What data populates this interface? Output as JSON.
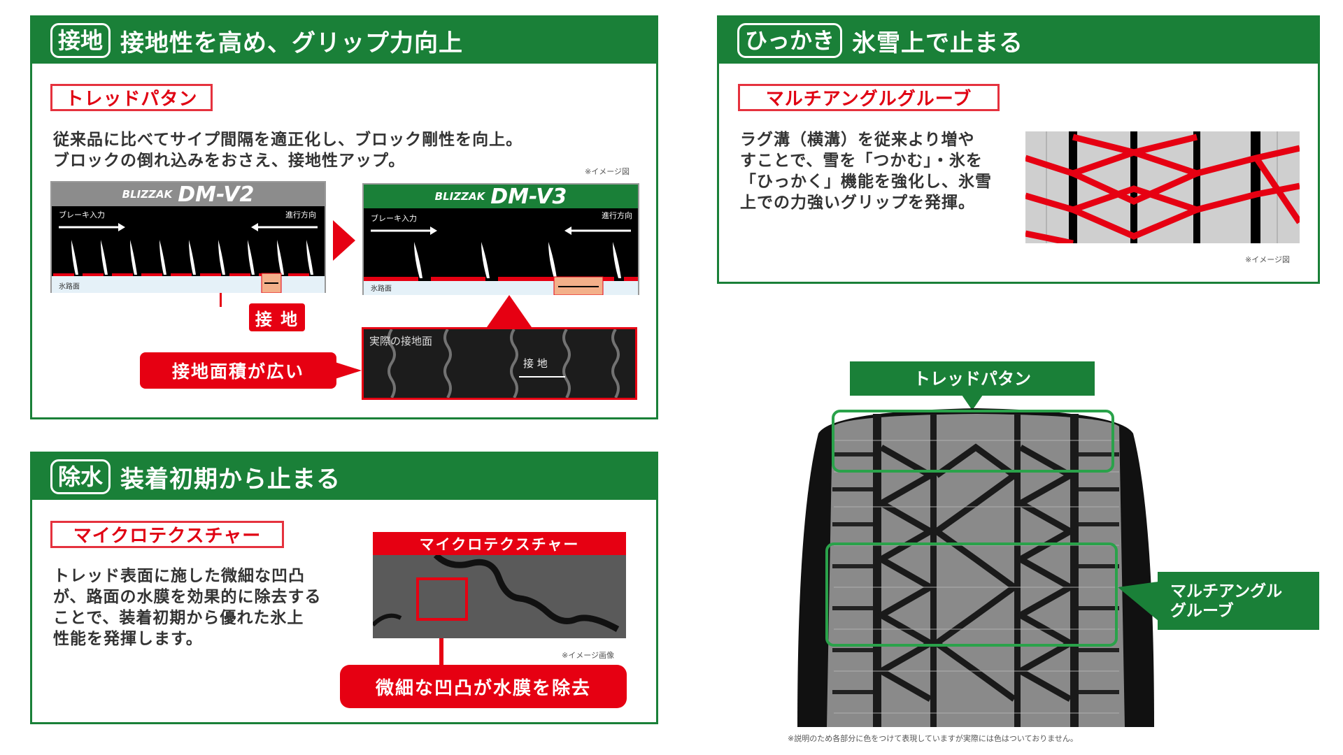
{
  "colors": {
    "green": "#1a8038",
    "red": "#e60012"
  },
  "panel_grip": {
    "badge": "接地",
    "title": "接地性を高め、グリップ力向上",
    "tag": "トレッドパタン",
    "text": "従来品に比べてサイプ間隔を適正化し、ブロック剛性を向上。\nブロックの倒れ込みをおさえ、接地性アップ。",
    "image_note": "※イメージ図",
    "old_model": {
      "brand": "BLIZZAK",
      "model": "DM-V2",
      "brake_label": "ブレーキ入力",
      "direction_label": "進行方向",
      "road_label": "氷路面"
    },
    "new_model": {
      "brand": "BLIZZAK",
      "model": "DM-V3",
      "brake_label": "ブレーキ入力",
      "direction_label": "進行方向",
      "road_label": "氷路面"
    },
    "contact_tag": "接 地",
    "photo_label": "実際の接地面",
    "photo_contact": "接 地",
    "callout": "接地面積が広い"
  },
  "panel_scratch": {
    "badge": "ひっかき",
    "title": "氷雪上で止まる",
    "tag": "マルチアングルグルーブ",
    "text": "ラグ溝（横溝）を従来より増や\nすことで、雪を「つかむ」・氷を\n「ひっかく」機能を強化し、氷雪\n上での力強いグリップを発揮。",
    "image_note": "※イメージ図"
  },
  "panel_water": {
    "badge": "除水",
    "title": "装着初期から止まる",
    "tag": "マイクロテクスチャー",
    "text": "トレッド表面に施した微細な凹凸\nが、路面の水膜を効果的に除去する\nことで、装着初期から優れた氷上\n性能を発揮します。",
    "photo_header": "マイクロテクスチャー",
    "image_note": "※イメージ画像",
    "callout": "微細な凹凸が水膜を除去"
  },
  "tire": {
    "label_tread": "トレッドパタン",
    "label_groove": "マルチアングル\nグルーブ",
    "footnote": "※説明のため各部分に色をつけて表現していますが実際には色はついておりません。"
  }
}
